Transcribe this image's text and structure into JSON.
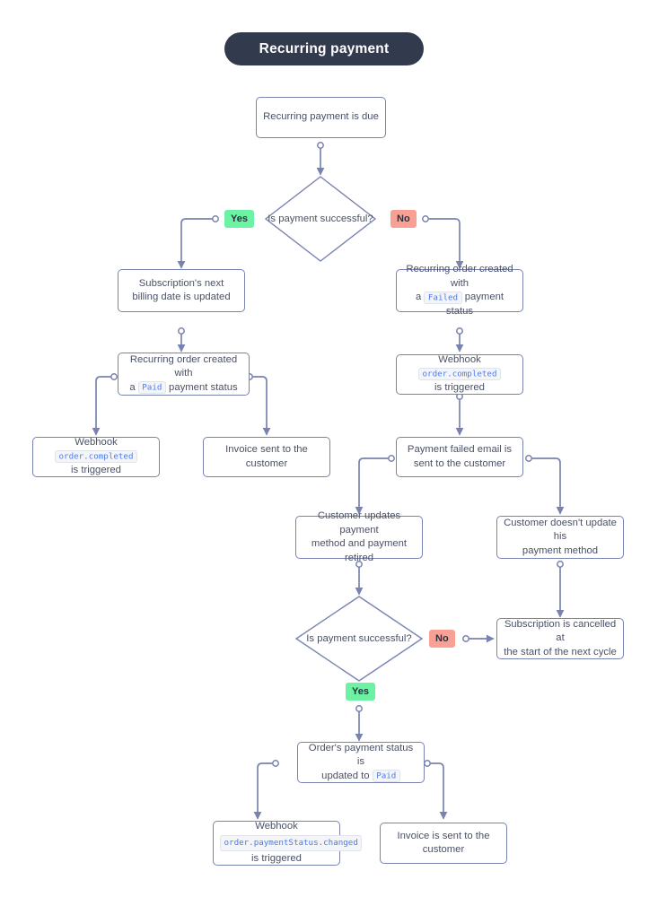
{
  "diagram": {
    "title": "Recurring payment",
    "type": "flowchart",
    "colors": {
      "title_pill_bg": "#323a4d",
      "title_pill_text": "#ffffff",
      "node_border": "#7983b0",
      "node_bg": "#ffffff",
      "node_text": "#4a5166",
      "connector": "#7983b0",
      "badge_yes_bg": "#6bf2a2",
      "badge_no_bg": "#f8a094",
      "badge_text": "#2b3040",
      "code_text": "#4b7bec",
      "code_bg": "#f3f5f9",
      "code_border": "#dfe3ec"
    }
  },
  "nodes": {
    "start": {
      "label": "Recurring payment is due"
    },
    "decision_1": {
      "label": "Is payment successful?"
    },
    "sub_billing": {
      "line1": "Subscription's next",
      "line2": "billing date is updated"
    },
    "order_failed": {
      "line1": "Recurring order created with",
      "pre2": "a",
      "code": "Failed",
      "post2": "payment status"
    },
    "order_paid": {
      "line1": "Recurring order created with",
      "pre2": "a",
      "code": "Paid",
      "post2": "payment status"
    },
    "webhook_completed_right": {
      "pre": "Webhook",
      "code": "order.completed",
      "post": "is triggered"
    },
    "webhook_completed_left": {
      "pre": "Webhook",
      "code": "order.completed",
      "post": "is triggered"
    },
    "invoice_sent": {
      "line1": "Invoice sent to the",
      "line2": "customer"
    },
    "payment_failed_email": {
      "line1": "Payment failed email is",
      "line2": "sent to the customer"
    },
    "customer_updates": {
      "line1": "Customer updates payment",
      "line2": "method and payment retired"
    },
    "customer_no_update": {
      "line1": "Customer doesn't update his",
      "line2": "payment method"
    },
    "decision_2": {
      "label": "Is payment successful?"
    },
    "subscription_cancelled": {
      "line1": "Subscription is cancelled at",
      "line2": "the start of the next cycle"
    },
    "order_status_paid": {
      "line1": "Order's payment status is",
      "pre2": "updated to",
      "code": "Paid"
    },
    "webhook_status_changed": {
      "line1": "Webhook",
      "code": "order.paymentStatus.changed",
      "line3": "is triggered"
    },
    "invoice_is_sent": {
      "line1": "Invoice is sent to the",
      "line2": "customer"
    }
  },
  "badges": {
    "yes_top": "Yes",
    "no_top": "No",
    "yes_bottom": "Yes",
    "no_bottom": "No"
  }
}
